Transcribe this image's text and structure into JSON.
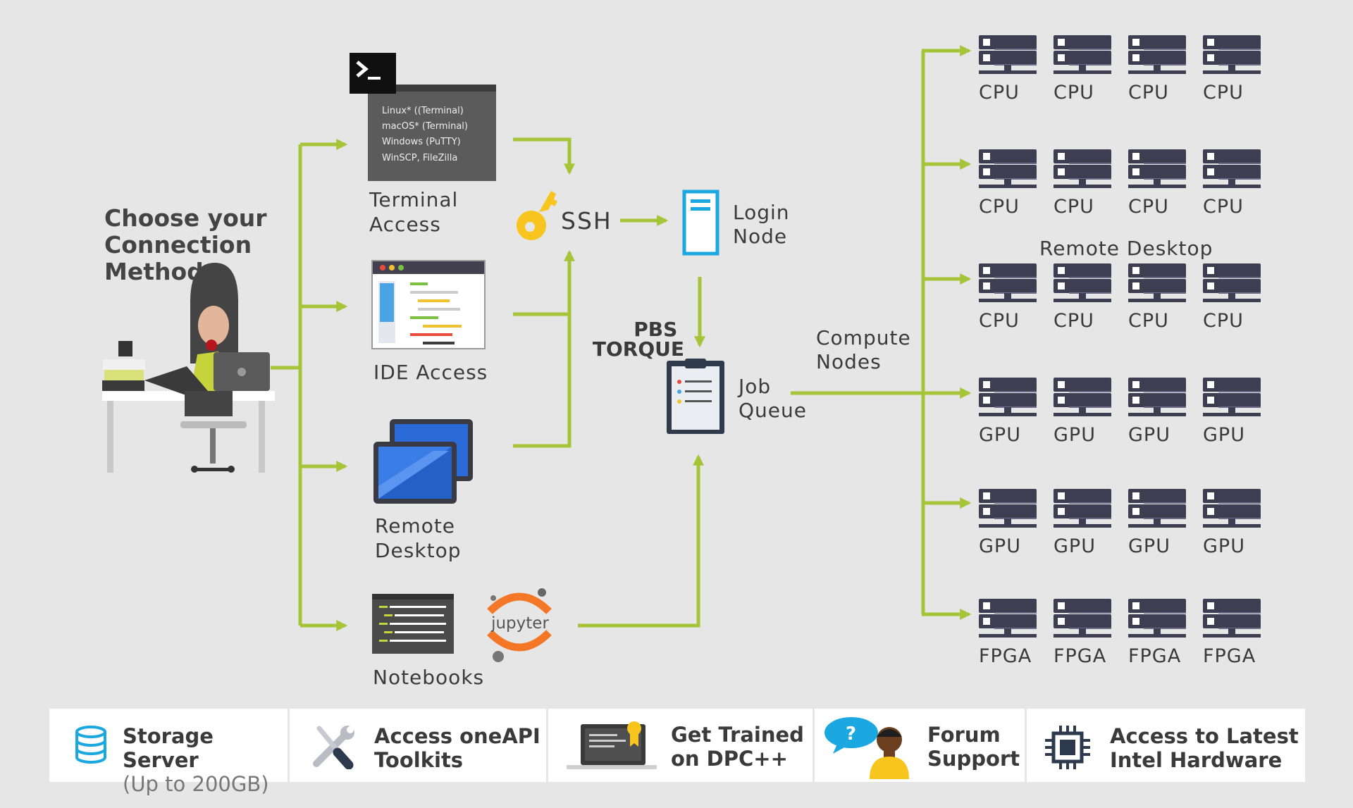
{
  "title": [
    "Choose your",
    "Connection",
    "Method"
  ],
  "terminal": {
    "items": [
      "Linux* ((Terminal)",
      "macOS* (Terminal)",
      "Windows (PuTTY)",
      "WinSCP, FileZilla"
    ],
    "label": [
      "Terminal",
      "Access"
    ]
  },
  "ide": {
    "label": "IDE Access"
  },
  "remote_desktop": {
    "label": [
      "Remote",
      "Desktop"
    ]
  },
  "notebooks": {
    "label": "Notebooks",
    "jupyter": "jupyter"
  },
  "ssh": {
    "label": "SSH"
  },
  "login_node": {
    "label": [
      "Login",
      "Node"
    ]
  },
  "pbs": {
    "label": [
      "PBS",
      "TORQUE"
    ]
  },
  "job_queue": {
    "label": [
      "Job",
      "Queue"
    ]
  },
  "compute_nodes": {
    "label": [
      "Compute",
      "Nodes"
    ],
    "remote_desktop_label": "Remote Desktop",
    "rows": [
      [
        "CPU",
        "CPU",
        "CPU",
        "CPU"
      ],
      [
        "CPU",
        "CPU",
        "CPU",
        "CPU"
      ],
      [
        "CPU",
        "CPU",
        "CPU",
        "CPU"
      ],
      [
        "GPU",
        "GPU",
        "GPU",
        "GPU"
      ],
      [
        "GPU",
        "GPU",
        "GPU",
        "GPU"
      ],
      [
        "FPGA",
        "FPGA",
        "FPGA",
        "FPGA"
      ]
    ]
  },
  "features": [
    {
      "title": "Storage Server",
      "subtitle": "(Up to 200GB)",
      "icon": "database-icon"
    },
    {
      "title": "Access oneAPI",
      "subtitle2": "Toolkits",
      "icon": "tools-icon"
    },
    {
      "title": "Get Trained",
      "subtitle2": "on DPC++",
      "icon": "laptop-certificate-icon"
    },
    {
      "title": "Forum",
      "subtitle2": "Support",
      "icon": "forum-user-icon"
    },
    {
      "title": "Access to Latest",
      "subtitle2": "Intel Hardware",
      "icon": "chip-icon"
    }
  ],
  "colors": {
    "arrow": "#a6c437",
    "server": "#3e3d52",
    "accent_blue": "#1ba7e0",
    "background": "#e6e6e6"
  }
}
